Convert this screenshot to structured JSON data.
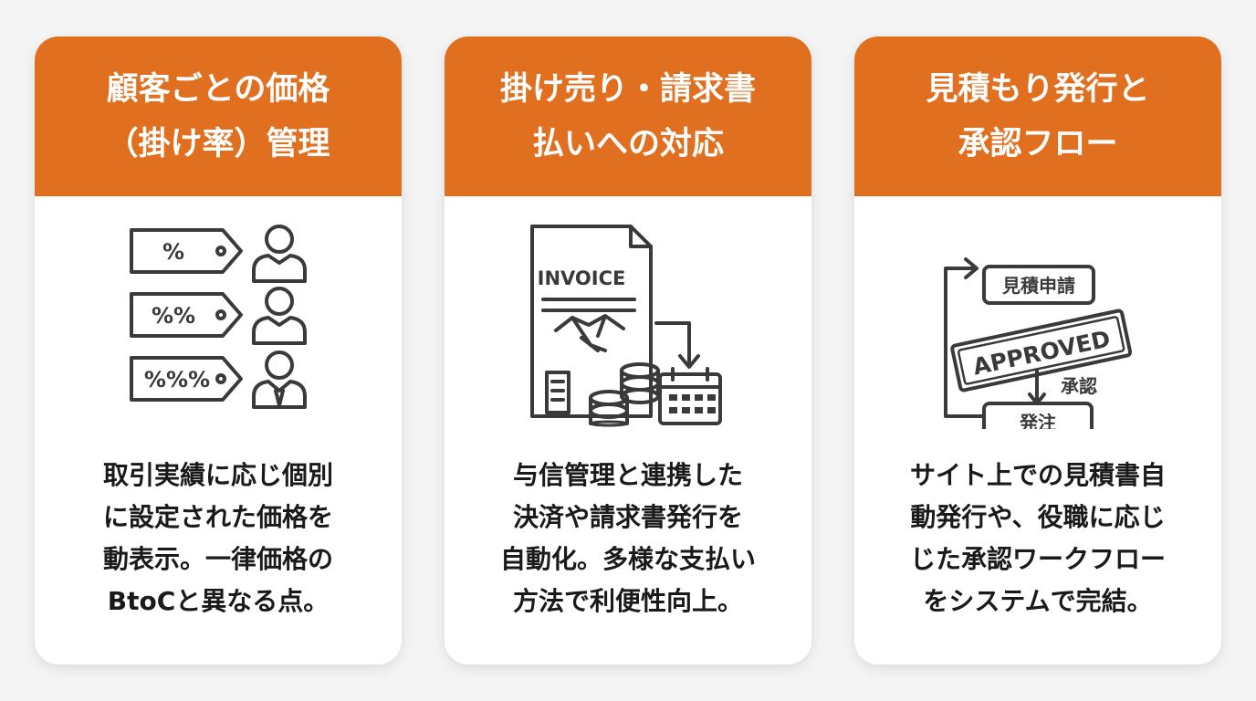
{
  "cards": [
    {
      "title_lines": [
        "顧客ごとの価格",
        "（掛け率）管理"
      ],
      "illustration": {
        "icon": "price-tags-with-customers",
        "tags": [
          "%",
          "%%",
          "%%%"
        ]
      },
      "desc_lines": [
        "取引実績に応じ個別",
        "に設定された価格を",
        "動表示。一律価格の",
        "BtoCと異なる点。"
      ]
    },
    {
      "title_lines": [
        "掛け売り・請求書",
        "払いへの対応"
      ],
      "illustration": {
        "icon": "invoice-handshake-coins-calendar",
        "invoice_label": "INVOICE"
      },
      "desc_lines": [
        "与信管理と連携した",
        "決済や請求書発行を",
        "自動化。多様な支払い",
        "方法で利便性向上。"
      ]
    },
    {
      "title_lines": [
        "見積もり発行と",
        "承認フロー"
      ],
      "illustration": {
        "icon": "approval-flow",
        "box_top": "見積申請",
        "stamp": "APPROVED",
        "arrow_label": "承認",
        "box_bottom": "発注"
      },
      "desc_lines": [
        "サイト上での見積書自",
        "動発行や、役職に応じ",
        "じた承認ワークフロー",
        "をシステムで完結。"
      ]
    }
  ],
  "colors": {
    "accent": "#e0701f",
    "icon_stroke": "#3a3a3a",
    "text": "#1a1a1a"
  }
}
